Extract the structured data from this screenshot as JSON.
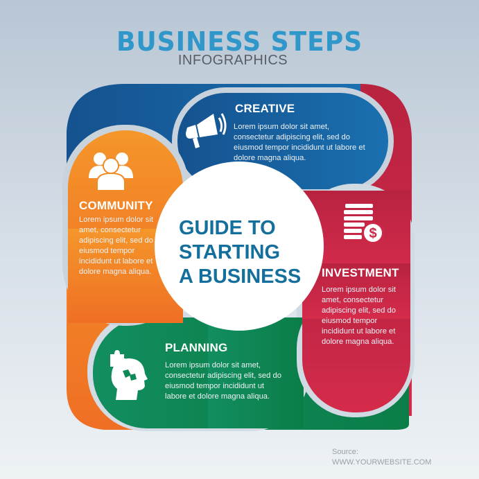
{
  "header": {
    "title": "BUSINESS STEPS",
    "subtitle": "INFOGRAPHICS"
  },
  "center": {
    "lines": [
      "GUIDE TO",
      "STARTING",
      "A BUSINESS"
    ]
  },
  "steps": [
    {
      "id": "creative",
      "label": "CREATIVE",
      "icon": "megaphone-icon",
      "color": "#1a6aa8",
      "text": "Lorem ipsum dolor sit amet, consectetur adipiscing elit, sed do eiusmod tempor incididunt ut labore et dolore magna aliqua."
    },
    {
      "id": "investment",
      "label": "INVESTMENT",
      "icon": "coins-dollar-icon",
      "color": "#cc2847",
      "text": "Lorem ipsum dolor sit amet, consectetur adipiscing elit, sed do eiusmod tempor incididunt ut labore et dolore magna aliqua."
    },
    {
      "id": "planning",
      "label": "PLANNING",
      "icon": "head-puzzle-icon",
      "color": "#0e8a57",
      "text": "Lorem ipsum dolor sit amet, consectetur adipiscing elit, sed do eiusmod tempor incididunt ut labore et dolore magna aliqua."
    },
    {
      "id": "community",
      "label": "COMMUNITY",
      "icon": "people-group-icon",
      "color": "#f28a27",
      "text": "Lorem ipsum dolor sit amet, consectetur adipiscing elit, sed do eiusmod tempor incididunt ut labore et dolore magna aliqua."
    }
  ],
  "footer": {
    "source_label": "Source:",
    "source_url": "WWW.YOURWEBSITE.COM"
  }
}
